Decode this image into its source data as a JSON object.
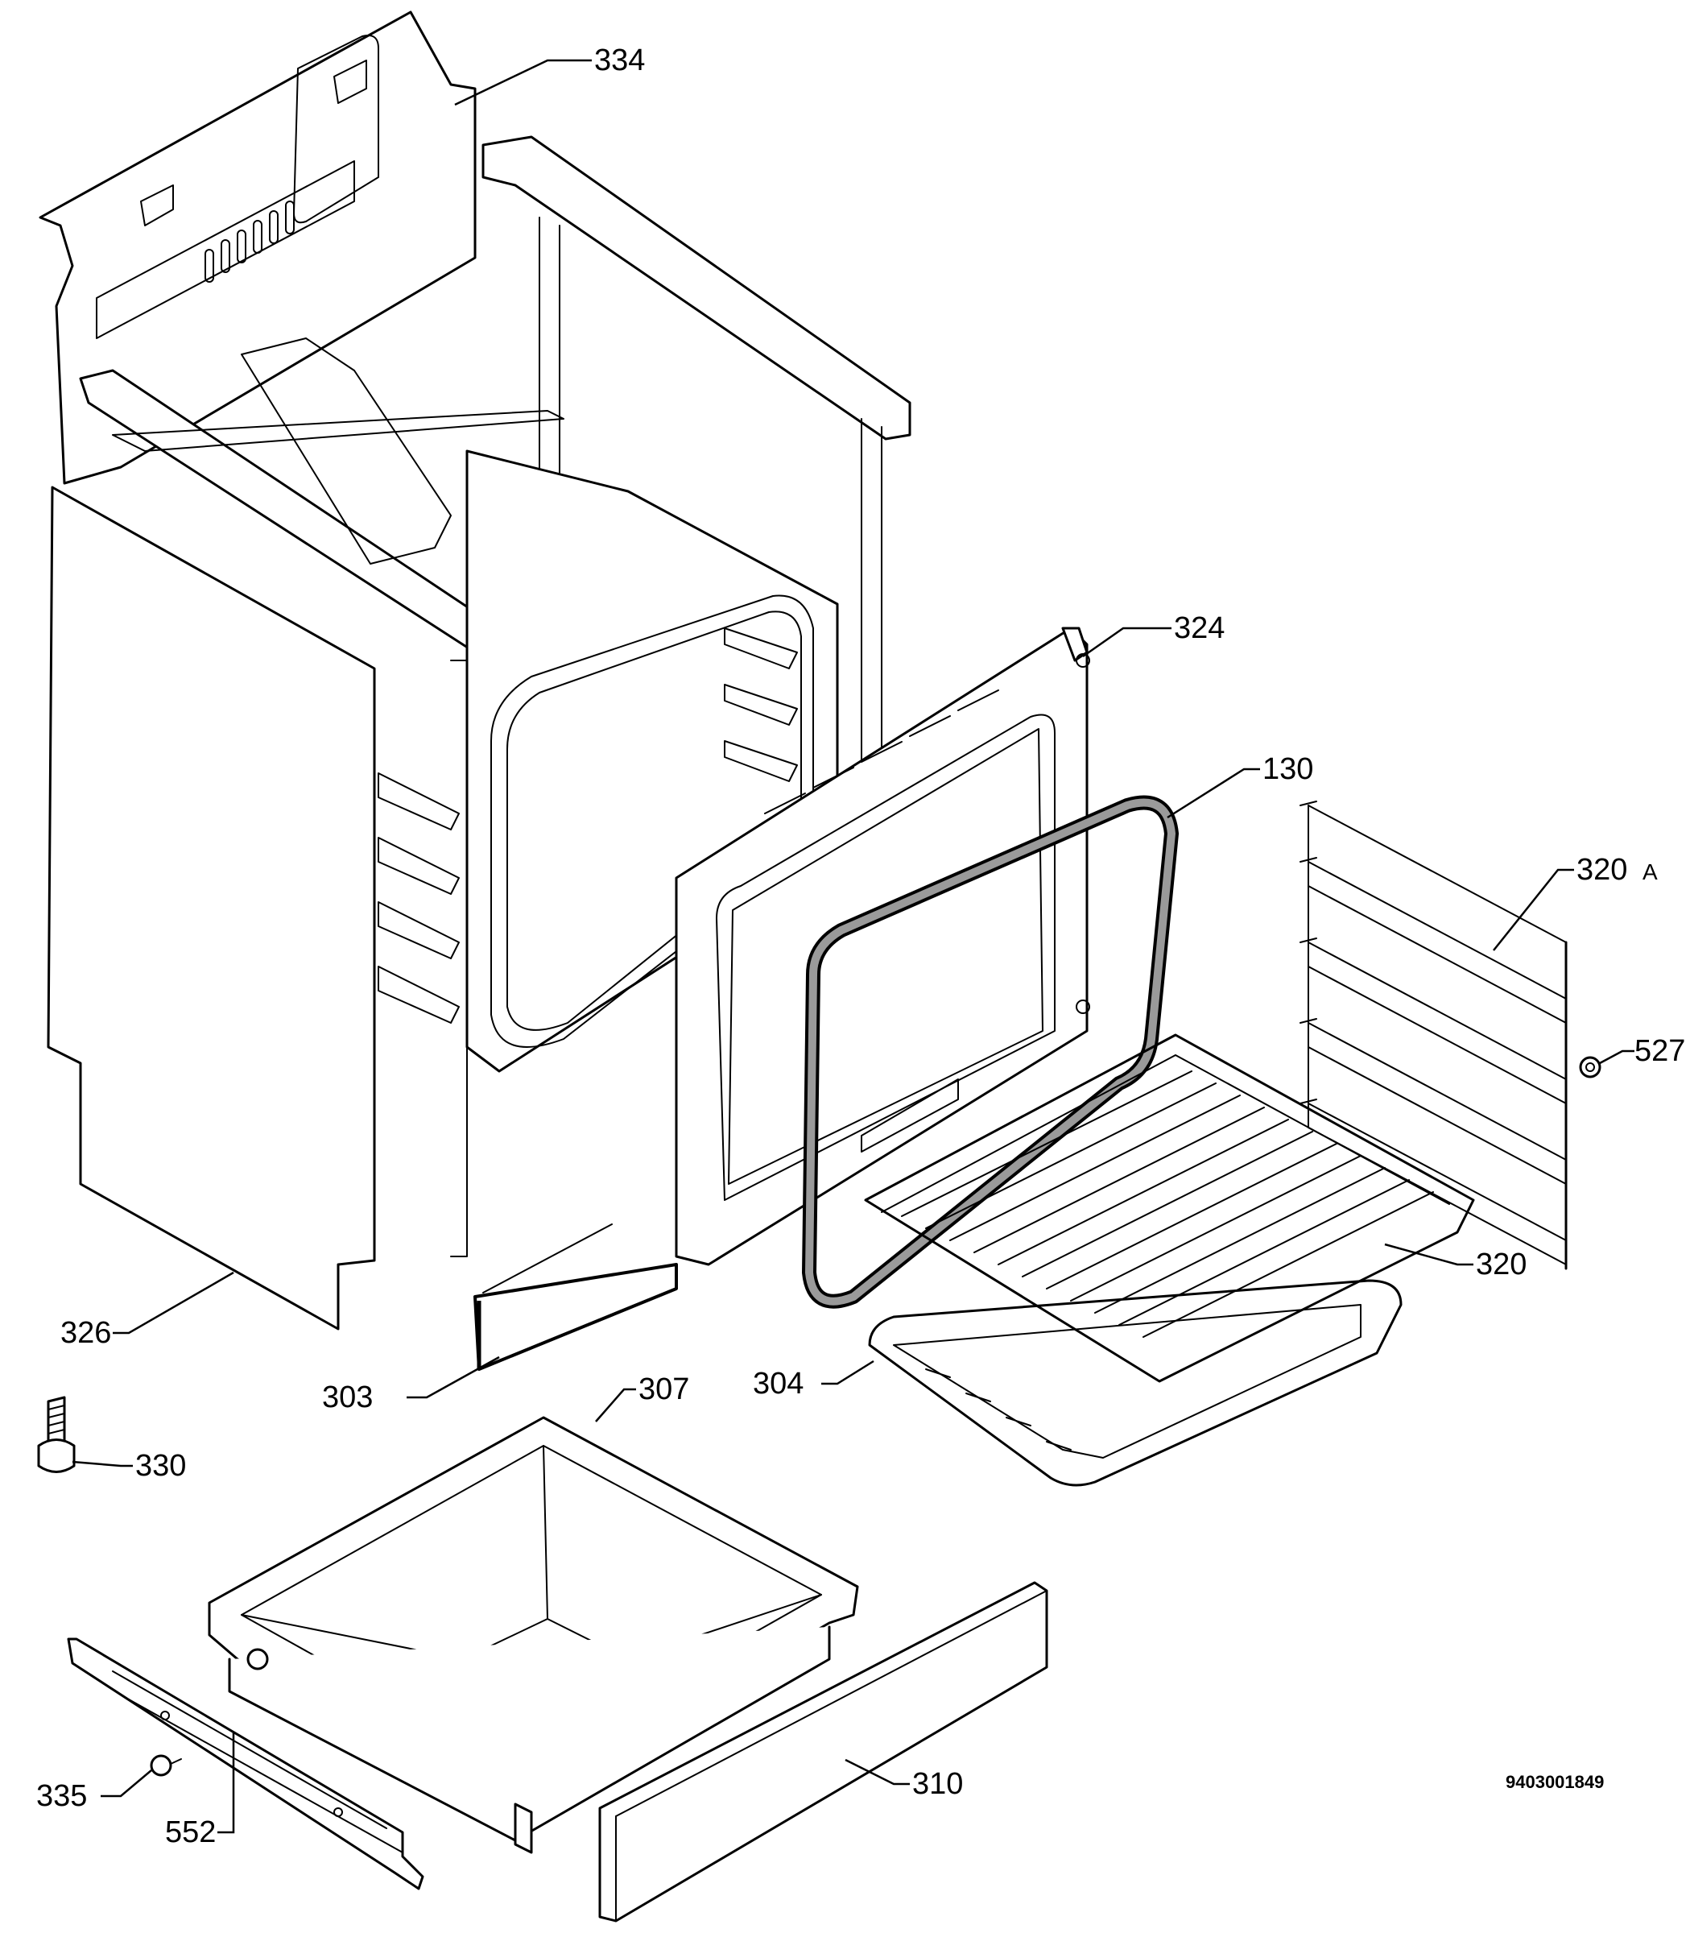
{
  "labels": {
    "p334": "334",
    "p324": "324",
    "p130": "130",
    "p320a": "320",
    "p320a_suffix": "A",
    "p527": "527",
    "p320": "320",
    "p326": "326",
    "p303": "303",
    "p307": "307",
    "p304": "304",
    "p330": "330",
    "p335": "335",
    "p552": "552",
    "p310": "310"
  },
  "drawing_code": "9403001849"
}
